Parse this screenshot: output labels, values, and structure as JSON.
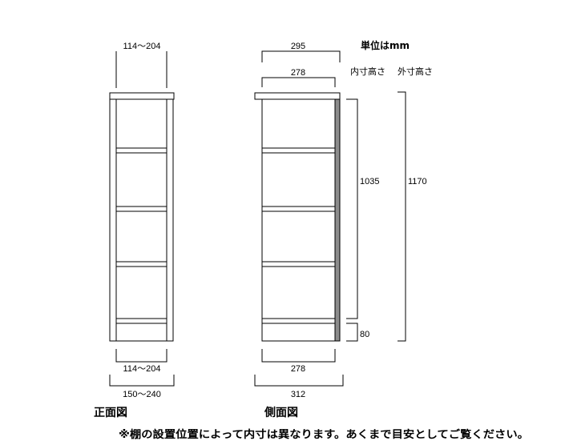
{
  "units": {
    "label": "単位はmm"
  },
  "height_headers": {
    "inner": "内寸高さ",
    "outer": "外寸高さ"
  },
  "front_view": {
    "title": "正面図",
    "top_width": "114～204",
    "inner_width": "114～204",
    "outer_width": "150～240"
  },
  "side_view": {
    "title": "側面図",
    "top_depth": "295",
    "upper_inner_depth": "278",
    "lower_inner_depth": "278",
    "outer_depth": "312",
    "inner_height": "1035",
    "outer_height": "1170",
    "base_height": "80"
  },
  "note": "※棚の設置位置によって内寸は異なります。あくまで目安としてご覧ください。",
  "colors": {
    "line": "#000000",
    "side_panel": "#8c8c8c",
    "background": "#ffffff"
  }
}
